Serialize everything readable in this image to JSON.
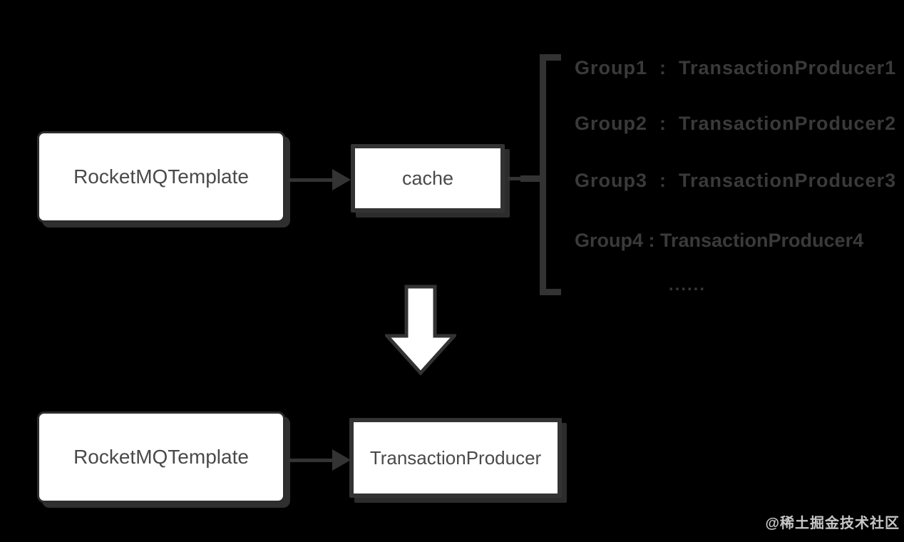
{
  "diagram": {
    "top_flow": {
      "template_box_label": "RocketMQTemplate",
      "cache_box_label": "cache"
    },
    "cache_map": {
      "items": [
        {
          "text": "Group1  :  TransactionProducer1"
        },
        {
          "text": "Group2  :  TransactionProducer2"
        },
        {
          "text": "Group3  :  TransactionProducer3"
        },
        {
          "text": "Group4 : TransactionProducer4"
        }
      ],
      "ellipsis": "......"
    },
    "bottom_flow": {
      "template_box_label": "RocketMQTemplate",
      "producer_box_label": "TransactionProducer"
    },
    "colors": {
      "background": "#000000",
      "node_fill": "#ffffff",
      "node_text": "#4a4a4a",
      "line_dark_gray": "#333333",
      "map_text": "#3a3a3a"
    }
  },
  "watermark": "@稀土掘金技术社区"
}
